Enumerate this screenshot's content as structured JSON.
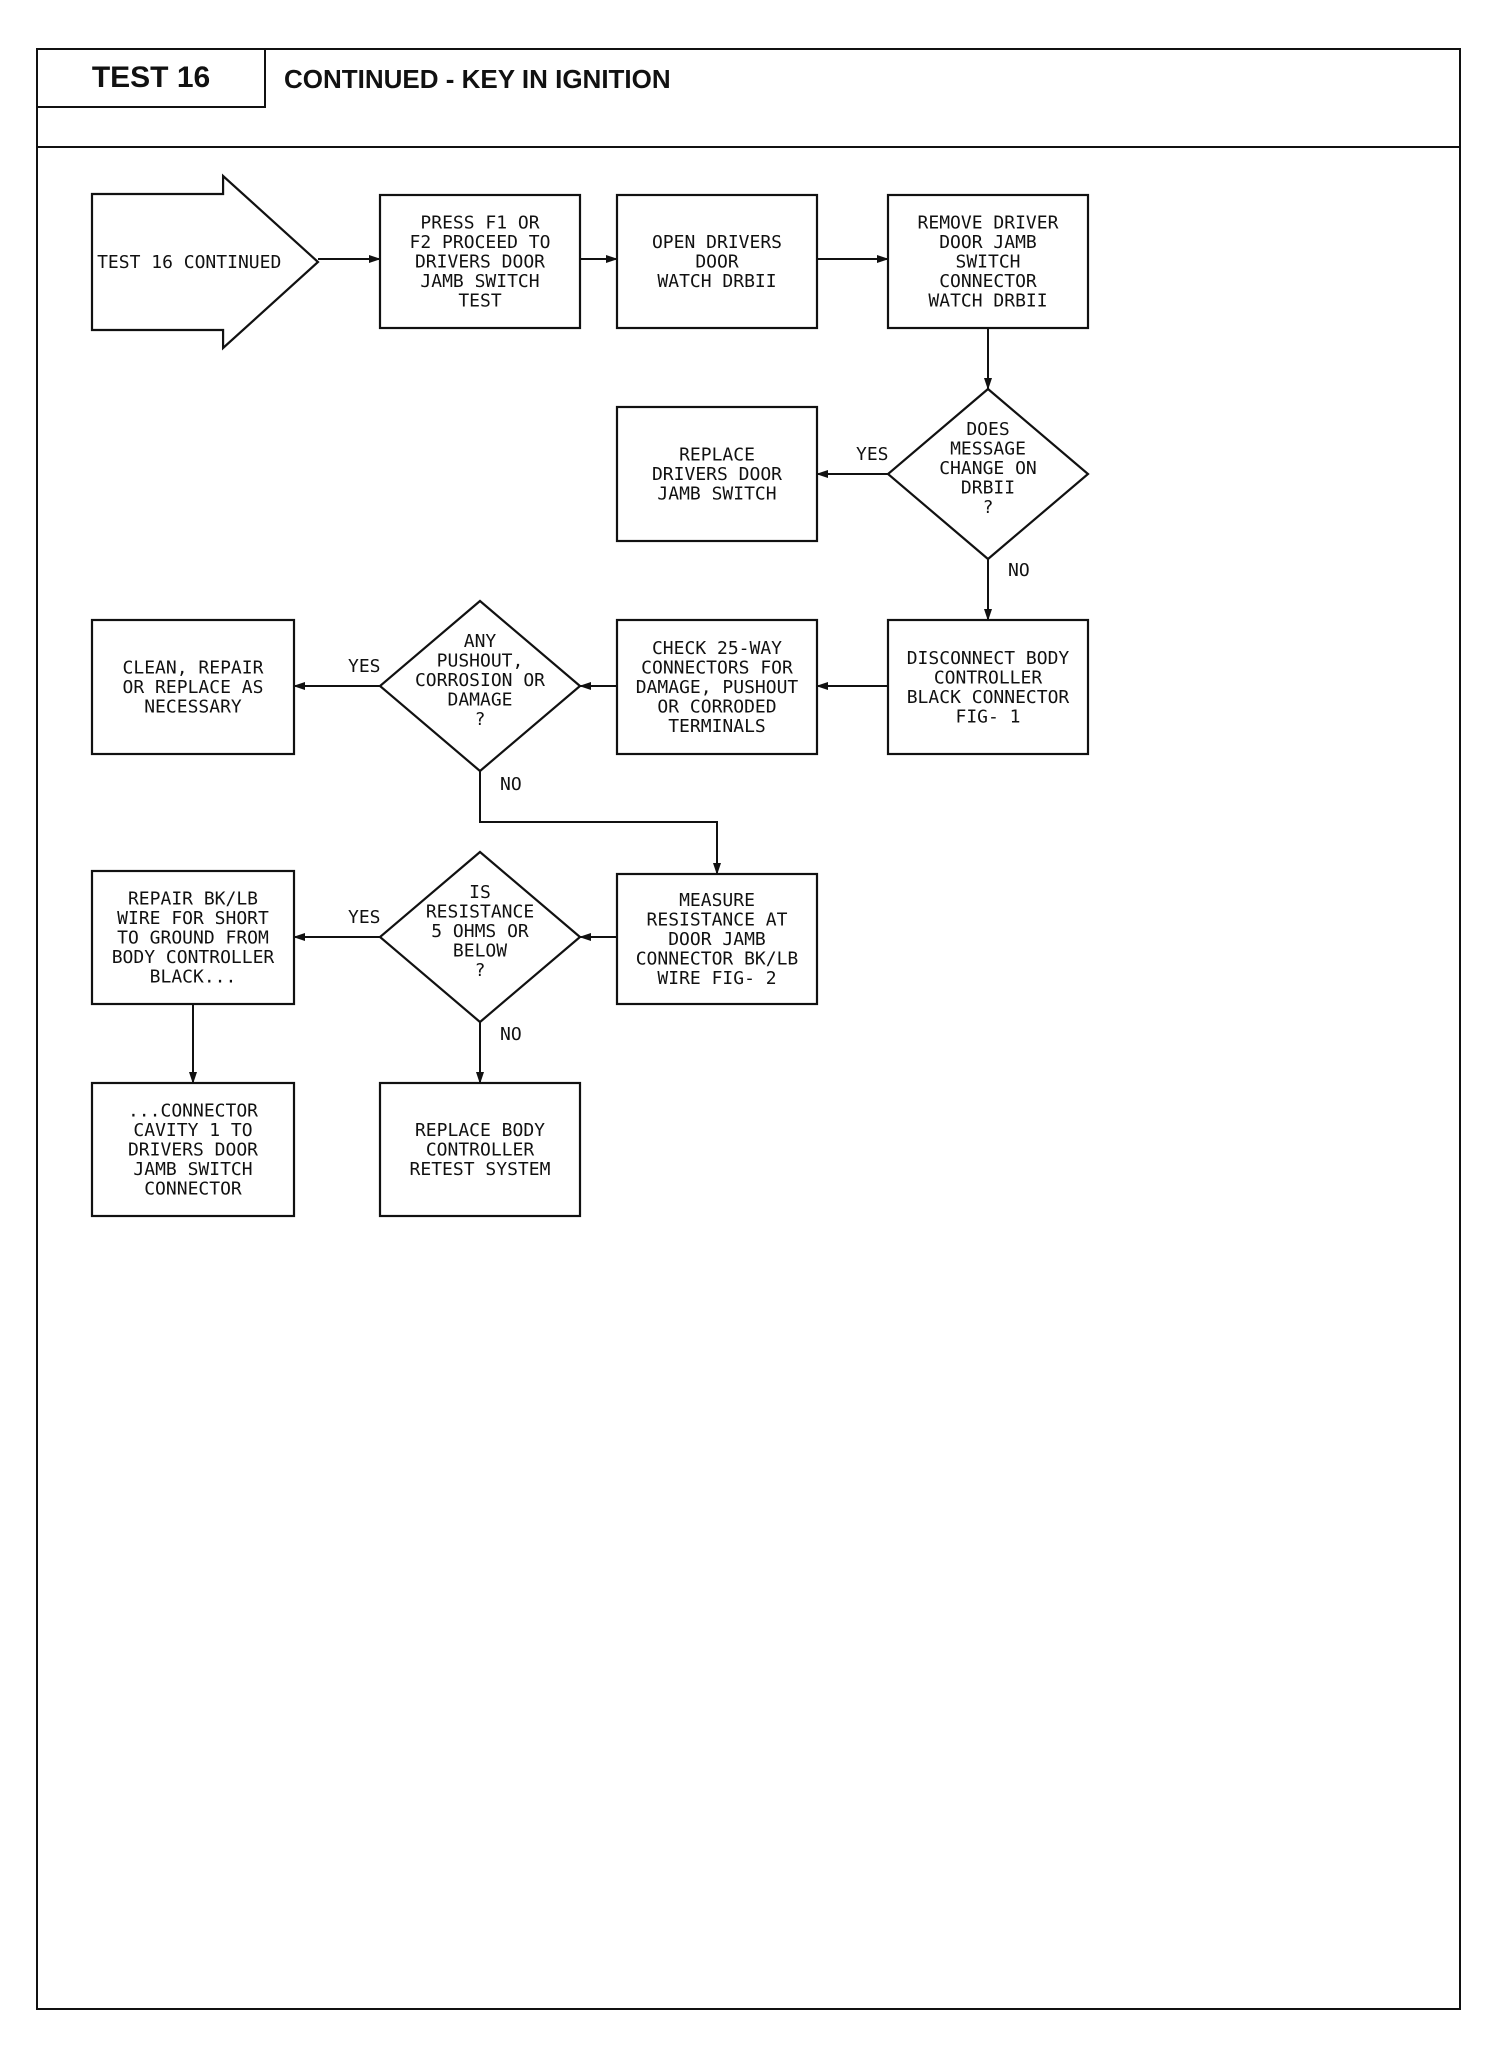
{
  "header": {
    "test_label": "TEST 16",
    "title": "CONTINUED - KEY IN IGNITION"
  },
  "flowchart": {
    "nodes": [
      {
        "id": "start",
        "shape": "arrow",
        "lines": [
          "TEST 16 CONTINUED"
        ]
      },
      {
        "id": "press_f1",
        "shape": "box",
        "lines": [
          "PRESS F1 OR",
          "F2 PROCEED TO",
          "DRIVERS DOOR",
          "JAMB SWITCH",
          "TEST"
        ]
      },
      {
        "id": "open_door",
        "shape": "box",
        "lines": [
          "OPEN DRIVERS",
          "DOOR",
          "WATCH DRBII"
        ]
      },
      {
        "id": "remove_connector",
        "shape": "box",
        "lines": [
          "REMOVE DRIVER",
          "DOOR JAMB",
          "SWITCH",
          "CONNECTOR",
          "WATCH DRBII"
        ]
      },
      {
        "id": "msg_change",
        "shape": "diamond",
        "lines": [
          "DOES",
          "MESSAGE",
          "CHANGE ON",
          "DRBII",
          "?"
        ]
      },
      {
        "id": "replace_switch",
        "shape": "box",
        "lines": [
          "REPLACE",
          "DRIVERS DOOR",
          "JAMB SWITCH"
        ]
      },
      {
        "id": "disconnect_body",
        "shape": "box",
        "lines": [
          "DISCONNECT BODY",
          "CONTROLLER",
          "BLACK CONNECTOR",
          "FIG- 1"
        ]
      },
      {
        "id": "check_25way",
        "shape": "box",
        "lines": [
          "CHECK 25-WAY",
          "CONNECTORS FOR",
          "DAMAGE, PUSHOUT",
          "OR CORRODED",
          "TERMINALS"
        ]
      },
      {
        "id": "any_pushout",
        "shape": "diamond",
        "lines": [
          "ANY",
          "PUSHOUT,",
          "CORROSION OR",
          "DAMAGE",
          "?"
        ]
      },
      {
        "id": "clean_repair",
        "shape": "box",
        "lines": [
          "CLEAN, REPAIR",
          "OR REPLACE AS",
          "NECESSARY"
        ]
      },
      {
        "id": "measure_resistance",
        "shape": "box",
        "lines": [
          "MEASURE",
          "RESISTANCE AT",
          "DOOR JAMB",
          "CONNECTOR BK/LB",
          "WIRE FIG- 2"
        ]
      },
      {
        "id": "is_resistance",
        "shape": "diamond",
        "lines": [
          "IS",
          "RESISTANCE",
          "5 OHMS OR",
          "BELOW",
          "?"
        ]
      },
      {
        "id": "repair_wire",
        "shape": "box",
        "lines": [
          "REPAIR BK/LB",
          "WIRE FOR SHORT",
          "TO GROUND FROM",
          "BODY CONTROLLER",
          "BLACK..."
        ]
      },
      {
        "id": "connector_cavity",
        "shape": "box",
        "lines": [
          "...CONNECTOR",
          "CAVITY 1 TO",
          "DRIVERS DOOR",
          "JAMB SWITCH",
          "CONNECTOR"
        ]
      },
      {
        "id": "replace_body",
        "shape": "box",
        "lines": [
          "REPLACE BODY",
          "CONTROLLER",
          "RETEST SYSTEM"
        ]
      }
    ],
    "edges": [
      {
        "from": "start",
        "to": "press_f1",
        "label": ""
      },
      {
        "from": "press_f1",
        "to": "open_door",
        "label": ""
      },
      {
        "from": "open_door",
        "to": "remove_connector",
        "label": ""
      },
      {
        "from": "remove_connector",
        "to": "msg_change",
        "label": ""
      },
      {
        "from": "msg_change",
        "to": "replace_switch",
        "label": "YES"
      },
      {
        "from": "msg_change",
        "to": "disconnect_body",
        "label": "NO"
      },
      {
        "from": "disconnect_body",
        "to": "check_25way",
        "label": ""
      },
      {
        "from": "check_25way",
        "to": "any_pushout",
        "label": ""
      },
      {
        "from": "any_pushout",
        "to": "clean_repair",
        "label": "YES"
      },
      {
        "from": "any_pushout",
        "to": "measure_resistance",
        "label": "NO"
      },
      {
        "from": "measure_resistance",
        "to": "is_resistance",
        "label": ""
      },
      {
        "from": "is_resistance",
        "to": "repair_wire",
        "label": "YES"
      },
      {
        "from": "is_resistance",
        "to": "replace_body",
        "label": "NO"
      },
      {
        "from": "repair_wire",
        "to": "connector_cavity",
        "label": ""
      }
    ]
  }
}
